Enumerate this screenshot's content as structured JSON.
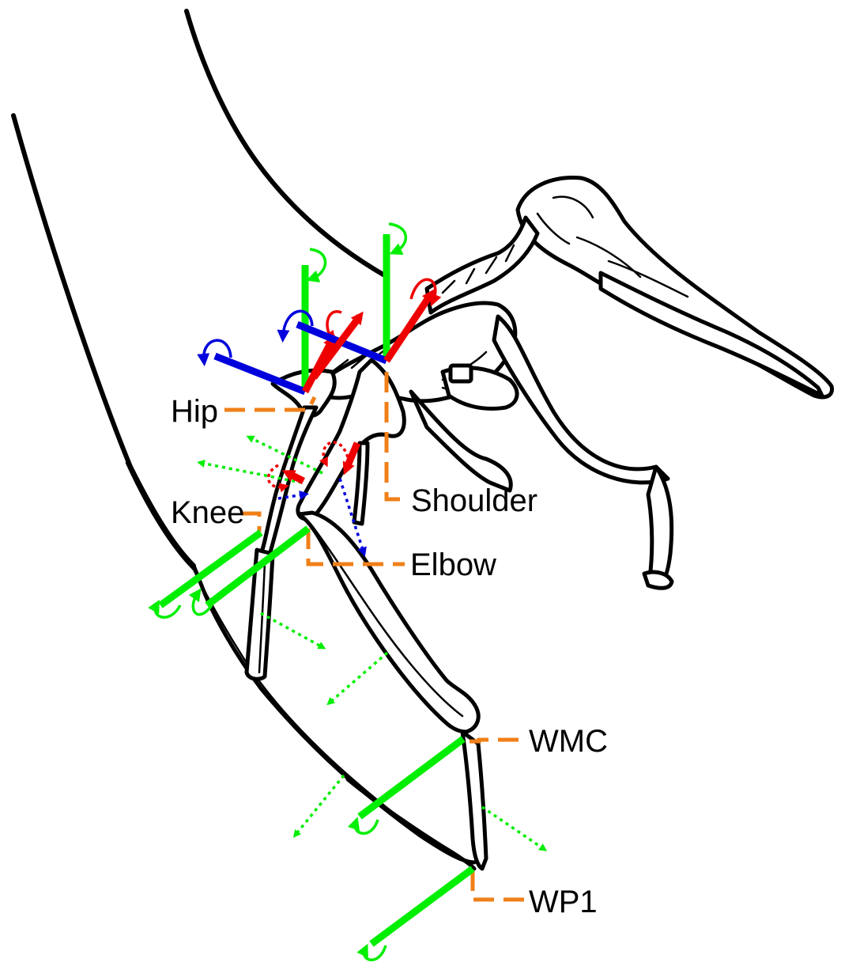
{
  "joints": [
    {
      "key": "hip",
      "label": "Hip"
    },
    {
      "key": "knee",
      "label": "Knee"
    },
    {
      "key": "shoulder",
      "label": "Shoulder"
    },
    {
      "key": "elbow",
      "label": "Elbow"
    },
    {
      "key": "wmc",
      "label": "WMC"
    },
    {
      "key": "wp1",
      "label": "WP1"
    }
  ],
  "colors": {
    "leader": "#f07f18",
    "axis_green": "#00ee00",
    "axis_red": "#ee0000",
    "axis_blue": "#0000dd",
    "skeleton": "#000000"
  }
}
